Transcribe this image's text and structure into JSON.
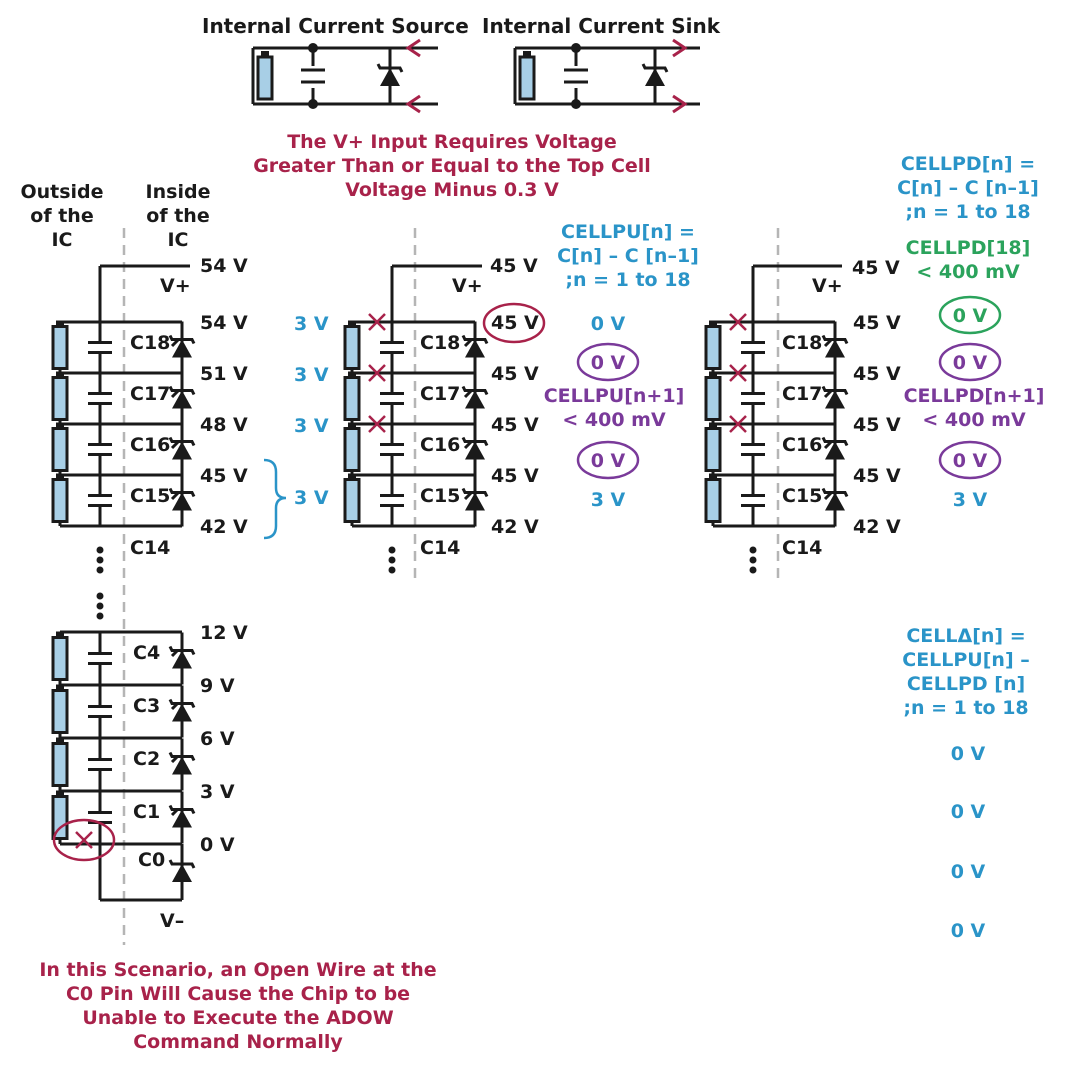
{
  "colors": {
    "red": "#a8224a",
    "blue": "#2a94c8",
    "purple": "#7a3a9a",
    "green": "#2ba35c",
    "cell": "#a8cfe6"
  },
  "legend": {
    "source_label": "Internal Current Source",
    "sink_label": "Internal Current Sink"
  },
  "note_top": [
    "The V+ Input Requires Voltage",
    "Greater Than or Equal to the Top Cell",
    "Voltage Minus 0.3 V"
  ],
  "left": {
    "outside_label": [
      "Outside",
      "of the",
      "IC"
    ],
    "inside_label": [
      "Inside",
      "of the",
      "IC"
    ],
    "vplus_voltage": "54 V",
    "vplus_label": "V+",
    "pins_top": [
      "C18",
      "C17",
      "C16",
      "C15"
    ],
    "voltages_top": [
      "54 V",
      "51 V",
      "48 V",
      "45 V",
      "42 V"
    ],
    "c14": "C14",
    "pins_bottom": [
      "C4",
      "C3",
      "C2",
      "C1",
      "C0"
    ],
    "voltages_bottom": [
      "12 V",
      "9 V",
      "6 V",
      "3 V",
      "0 V"
    ],
    "vminus_label": "V–",
    "brace_value": "3 V"
  },
  "middle": {
    "vplus_voltage": "45 V",
    "vplus_label": "V+",
    "cell_voltages": [
      "3 V",
      "3 V",
      "3 V"
    ],
    "pins": [
      "C18",
      "C17",
      "C16",
      "C15"
    ],
    "voltages": [
      "45 V",
      "45 V",
      "45 V",
      "45 V",
      "42 V"
    ],
    "c14": "C14",
    "formula": [
      "CELLPU[n] =",
      "C[n] – C [n–1]",
      ";n = 1 to 18"
    ],
    "results": [
      "0 V",
      "0 V",
      "0 V",
      "3 V"
    ],
    "condition": [
      "CELLPU[n+1]",
      "< 400 mV"
    ]
  },
  "right": {
    "vplus_voltage": "45 V",
    "vplus_label": "V+",
    "pins": [
      "C18",
      "C17",
      "C16",
      "C15"
    ],
    "voltages": [
      "45 V",
      "45 V",
      "45 V",
      "45 V",
      "42 V"
    ],
    "c14": "C14",
    "formula": [
      "CELLPD[n] =",
      "C[n] – C [n–1]",
      ";n = 1 to 18"
    ],
    "top_condition": [
      "CELLPD[18]",
      "< 400 mV"
    ],
    "results": [
      "0 V",
      "0 V",
      "0 V",
      "3 V"
    ],
    "condition": [
      "CELLPD[n+1]",
      "< 400 mV"
    ]
  },
  "delta": {
    "formula": [
      "CELLΔ[n] =",
      "CELLPU[n] –",
      "CELLPD [n]",
      ";n = 1 to 18"
    ],
    "results": [
      "0 V",
      "0 V",
      "0 V",
      "0 V"
    ]
  },
  "note_bottom": [
    "In this Scenario, an Open Wire at the",
    "C0 Pin Will Cause the Chip to be",
    "Unable to Execute the ADOW",
    "Command Normally"
  ]
}
